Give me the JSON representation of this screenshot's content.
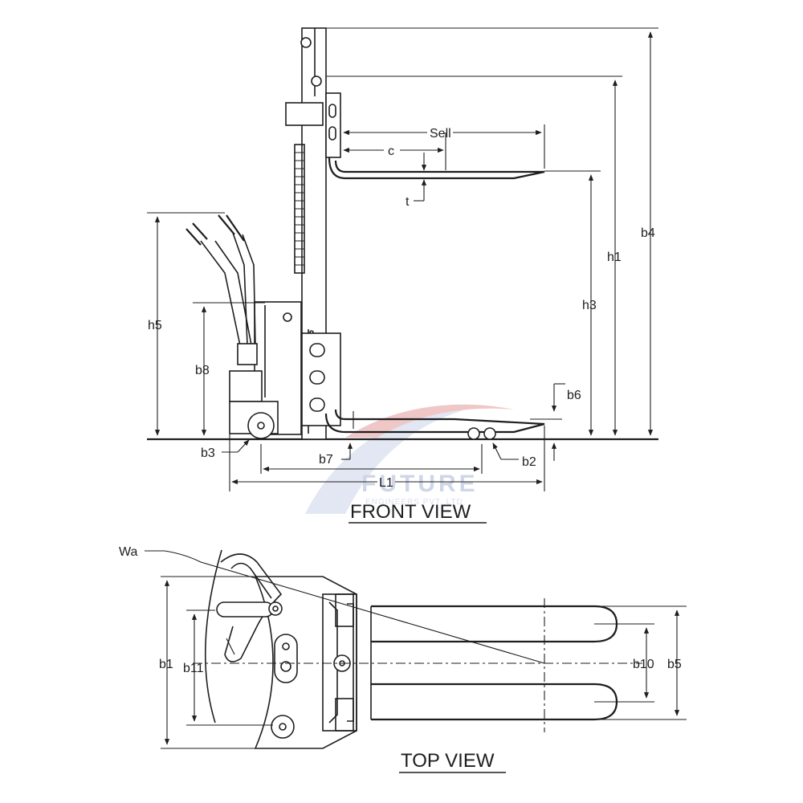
{
  "views": {
    "front": "FRONT VIEW",
    "top": "TOP VIEW"
  },
  "dimensions": {
    "sell": "Sell",
    "c": "c",
    "t": "t",
    "h1": "h1",
    "h3": "h3",
    "h4": "b4",
    "h5": "h5",
    "b8": "b8",
    "b6": "b6",
    "b3": "b3",
    "b7": "b7",
    "b2": "b2",
    "l1": "L1",
    "wa": "Wa",
    "b1": "b1",
    "b11": "b11",
    "b10": "b10",
    "b5": "b5"
  },
  "watermark": {
    "brand": "FUTURE",
    "sub": "ENGINEERS PVT. LTD."
  },
  "colors": {
    "line": "#1e1e1e",
    "watermark": "#c9d2e6",
    "watermark_swoosh": "#e9a7a7"
  }
}
